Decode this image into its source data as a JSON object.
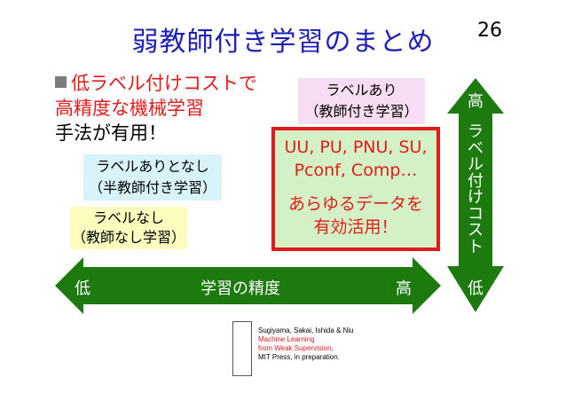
{
  "slide": {
    "title": "弱教師付き学習のまとめ",
    "page_number": "26"
  },
  "bullet": {
    "line1": "低ラベル付けコストで",
    "line2": "高精度な機械学習",
    "line3": "手法が有用！"
  },
  "boxes": {
    "semi": {
      "line1": "ラベルありとなし",
      "line2": "（半教師付き学習）"
    },
    "unsup": {
      "line1": "ラベルなし",
      "line2": "（教師なし学習）"
    },
    "sup": {
      "line1": "ラベルあり",
      "line2": "（教師付き学習）"
    },
    "weak": {
      "line1": "UU, PU, PNU, SU,",
      "line2": "Pconf, Comp…",
      "line3": "あらゆるデータを",
      "line4": "有効活用！"
    }
  },
  "horizontal_axis": {
    "left": "低",
    "center": "学習の精度",
    "right": "高"
  },
  "vertical_axis": {
    "top": "高",
    "chars": [
      "ラ",
      "ベ",
      "ル",
      "付",
      "け",
      "コ",
      "ス",
      "ト"
    ],
    "bottom": "低"
  },
  "citation": {
    "authors": "Sugiyama, Sakai, Ishida & Niu",
    "title1": "Machine Learning",
    "title2": "from Weak Supervision,",
    "publisher": "MIT Press, in preparation."
  },
  "colors": {
    "title": "#1f1fb8",
    "accent_red": "#e11b1b",
    "arrow_green": "#1c7a0e"
  }
}
